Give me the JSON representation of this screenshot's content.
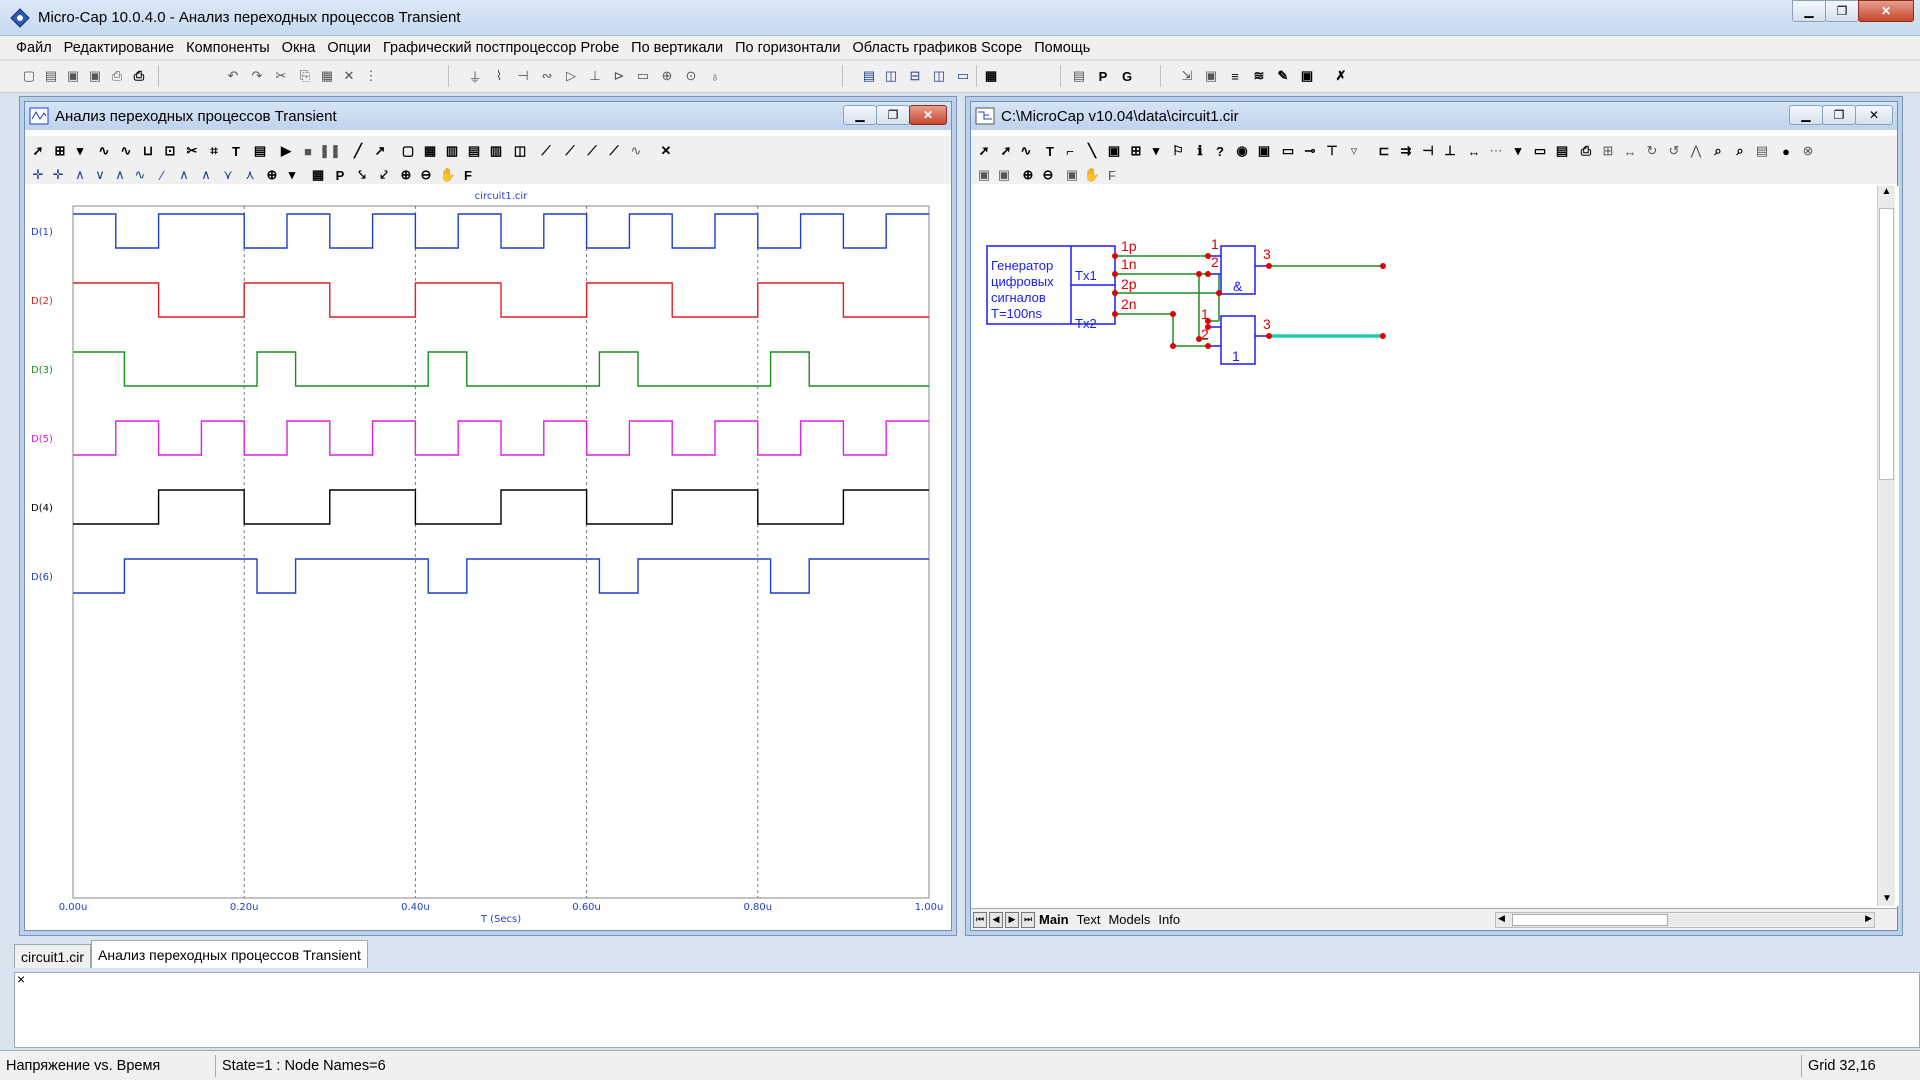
{
  "app": {
    "title": "Micro-Cap 10.0.4.0 - Анализ переходных процессов Transient"
  },
  "menu": [
    "Файл",
    "Редактирование",
    "Компоненты",
    "Окна",
    "Опции",
    "Графический постпроцессор Probe",
    "По вертикали",
    "По горизонтали",
    "Область графиков Scope",
    "Помощь"
  ],
  "analysis_window": {
    "title": "Анализ переходных процессов Transient",
    "plot_title": "circuit1.cir",
    "x_axis_label": "T (Secs)",
    "traces": [
      {
        "label": "D(1)",
        "color": "#1d3fd0"
      },
      {
        "label": "D(2)",
        "color": "#e02020"
      },
      {
        "label": "D(3)",
        "color": "#1a8f1a"
      },
      {
        "label": "D(5)",
        "color": "#e020e0"
      },
      {
        "label": "D(4)",
        "color": "#000000"
      },
      {
        "label": "D(6)",
        "color": "#1d3fd0"
      }
    ],
    "x_ticks": [
      "0.00u",
      "0.20u",
      "0.40u",
      "0.60u",
      "0.80u",
      "1.00u"
    ]
  },
  "chart_data": {
    "type": "line",
    "title": "circuit1.cir",
    "xlabel": "T (Secs)",
    "x_range": [
      0,
      1.0
    ],
    "x_unit": "u",
    "x_tick_labels": [
      "0.00u",
      "0.20u",
      "0.40u",
      "0.60u",
      "0.80u",
      "1.00u"
    ],
    "grid": "vertical-dashed",
    "series": [
      {
        "name": "D(1)",
        "color": "#1d3fd0",
        "start": 1,
        "transitions": [
          0.05,
          0.1,
          0.2,
          0.25,
          0.3,
          0.35,
          0.4,
          0.45,
          0.5,
          0.55,
          0.6,
          0.65,
          0.7,
          0.75,
          0.8,
          0.85,
          0.9,
          0.95
        ]
      },
      {
        "name": "D(2)",
        "color": "#e02020",
        "start": 1,
        "transitions": [
          0.1,
          0.2,
          0.3,
          0.4,
          0.5,
          0.6,
          0.7,
          0.8,
          0.9
        ]
      },
      {
        "name": "D(3)",
        "color": "#1a8f1a",
        "start": 1,
        "transitions": [
          0.06,
          0.215,
          0.26,
          0.415,
          0.46,
          0.615,
          0.66,
          0.815,
          0.86
        ]
      },
      {
        "name": "D(5)",
        "color": "#e020e0",
        "start": 0,
        "transitions": [
          0.05,
          0.1,
          0.15,
          0.2,
          0.25,
          0.3,
          0.35,
          0.4,
          0.45,
          0.5,
          0.55,
          0.6,
          0.65,
          0.7,
          0.75,
          0.8,
          0.85,
          0.9,
          0.95
        ]
      },
      {
        "name": "D(4)",
        "color": "#000000",
        "start": 0,
        "transitions": [
          0.1,
          0.2,
          0.3,
          0.4,
          0.5,
          0.6,
          0.7,
          0.8,
          0.9
        ]
      },
      {
        "name": "D(6)",
        "color": "#1d3fd0",
        "start": 0,
        "transitions": [
          0.06,
          0.215,
          0.26,
          0.415,
          0.46,
          0.615,
          0.66,
          0.815,
          0.86
        ]
      }
    ]
  },
  "schematic_window": {
    "title": "C:\\MicroCap v10.04\\data\\circuit1.cir",
    "generator_text": [
      "Генератор",
      "цифровых",
      "сигналов",
      "",
      "T=100ns"
    ],
    "outputs": [
      "Tx1",
      "Tx2"
    ],
    "pins": [
      "1p",
      "1n",
      "2p",
      "2n",
      "1",
      "2",
      "3",
      "1",
      "2",
      "3"
    ],
    "gates": [
      "&",
      "1"
    ],
    "tabs": [
      "Main",
      "Text",
      "Models",
      "Info"
    ],
    "active_tab": "Main"
  },
  "doc_tabs": [
    "circuit1.cir",
    "Анализ переходных процессов Transient"
  ],
  "active_doc_tab": 1,
  "output_close": "×",
  "status": {
    "left": "Напряжение vs. Время",
    "middle": "State=1 : Node Names=6",
    "right": "Grid 32,16"
  }
}
